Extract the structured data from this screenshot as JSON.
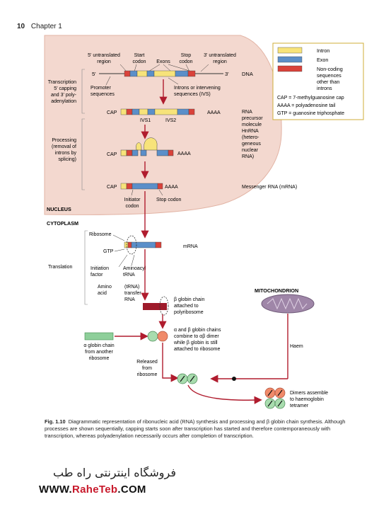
{
  "header": {
    "page_number": "10",
    "chapter": "Chapter 1"
  },
  "legend": {
    "intron": "Intron",
    "exon": "Exon",
    "noncoding": [
      "Non-coding",
      "sequences",
      "other than",
      "introns"
    ],
    "cap": "CAP = 7-methylguanosine cap",
    "aaaa": "AAAA = polyadenosine tail",
    "gtp": "GTP = guanosine triphosphate"
  },
  "labels": {
    "utr5": [
      "5' untranslated",
      "region"
    ],
    "start_codon": [
      "Start",
      "codon"
    ],
    "exons": "Exons",
    "stop_codon_top": [
      "Stop",
      "codon"
    ],
    "utr3": [
      "3' untranslated",
      "region"
    ],
    "five_prime": "5'",
    "three_prime": "3'",
    "dna": "DNA",
    "transcription": [
      "Transcription",
      "5' capping",
      "and 3' poly-",
      "adenylation"
    ],
    "promoter": [
      "Promoter",
      "sequences"
    ],
    "introns_ivs": [
      "Introns or intervening",
      "sequences (IVS)"
    ],
    "cap": "CAP",
    "aaaa": "AAAA",
    "ivs1": "IVS1",
    "ivs2": "IVS2",
    "rna_precursor": [
      "RNA",
      "precursor",
      "molecule",
      "HnRNA",
      "(hetero-",
      "geneous",
      "nuclear",
      "RNA)"
    ],
    "processing": [
      "Processing",
      "(removal of",
      "introns by",
      "splicing)"
    ],
    "initiator": [
      "Initiator",
      "codon"
    ],
    "stop_codon": "Stop codon",
    "mrna_long": "Messenger RNA (mRNA)",
    "nucleus": "NUCLEUS",
    "cytoplasm": "CYTOPLASM",
    "ribosome": "Ribosome",
    "mrna": "mRNA",
    "gtp": "GTP",
    "translation": "Translation",
    "initiation_factor": [
      "Initiation",
      "factor"
    ],
    "aminoacyl_trna": [
      "Aminoacyl",
      "tRNA"
    ],
    "amino_acid": [
      "Amino",
      "acid"
    ],
    "transfer_rna": [
      "(tRNA)",
      "transfer",
      "RNA"
    ],
    "beta_chain": [
      "β globin chain",
      "attached to",
      "polyribosome"
    ],
    "mitochondrion": "MITOCHONDRION",
    "alpha_chain": [
      "α globin chain",
      "from another",
      "ribosome"
    ],
    "combine": [
      "α and β globin chains",
      "combine to αβ dimer",
      "while β globin is still",
      "attached to ribosome"
    ],
    "released": [
      "Released",
      "from",
      "ribosome"
    ],
    "haem": "Haem",
    "dimers": [
      "Dimers assemble",
      "to haemoglobin",
      "tetramer"
    ]
  },
  "caption": {
    "fig": "Fig. 1.10",
    "text": "Diagrammatic representation of ribonucleic acid (RNA) synthesis and processing and β globin chain synthesis. Although processes are shown sequentially, capping starts soon after transcription has started and therefore contemporaneously with transcription, whereas polyadenylation necessarily occurs after completion of transcription."
  },
  "watermark": {
    "fa": "فروشگاه اینترنتی راه طب",
    "en_prefix": "WWW.",
    "en_brand": "RaheTeb",
    "en_suffix": ".COM"
  },
  "colors": {
    "nucleus": "#f3d8cf",
    "intron": "#f7e37a",
    "exon": "#5b8fc9",
    "noncoding": "#d9423a",
    "arrow": "#b01c2e"
  }
}
